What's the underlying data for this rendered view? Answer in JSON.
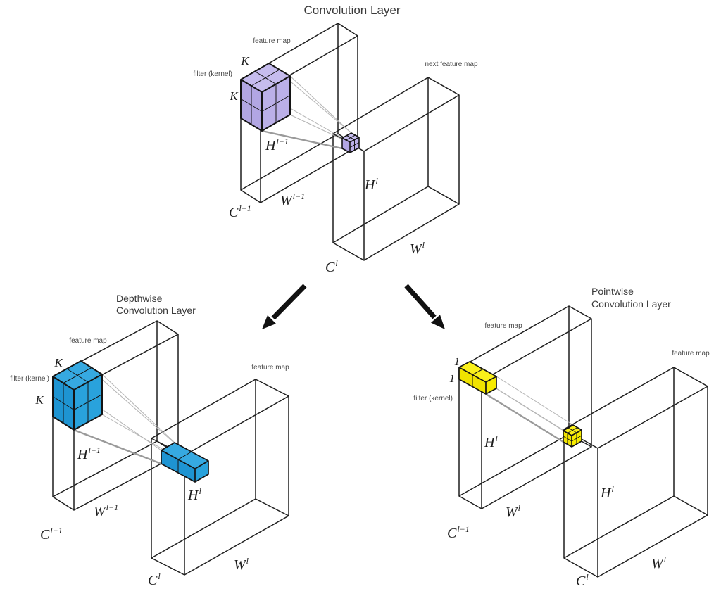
{
  "colors": {
    "purple_top": "#c6bcee",
    "purple_side": "#b2a6e3",
    "purple_front": "#bbb0e8",
    "blue_top": "#36a9e1",
    "blue_side": "#1e94d2",
    "blue_front": "#29a2dc",
    "yellow_top": "#faf01a",
    "yellow_side": "#f0e300",
    "yellow_front": "#f7eb00",
    "arrow": "#111111",
    "wireframe": "#1f1f1f",
    "projection_line": "#b4b4b4",
    "title_text": "#3b3b3b",
    "label_text": "#4a4a4a",
    "math_text": "#1c1c1c"
  },
  "standard": {
    "title": "Convolution Layer",
    "feature_map_in": "feature map",
    "filter_kernel": "filter (kernel)",
    "k_top": "K",
    "k_side": "K",
    "h_in": {
      "b": "H",
      "s": "l−1"
    },
    "w_in": {
      "b": "W",
      "s": "l−1"
    },
    "c_in": {
      "b": "C",
      "s": "l−1"
    },
    "feature_map_out": "next feature map",
    "h_out": {
      "b": "H",
      "s": "l"
    },
    "w_out": {
      "b": "W",
      "s": "l"
    },
    "c_out": {
      "b": "C",
      "s": "l"
    }
  },
  "depthwise": {
    "title_line1": "Depthwise",
    "title_line2": "Convolution Layer",
    "feature_map_in": "feature map",
    "filter_kernel": "filter (kernel)",
    "k_top": "K",
    "k_side": "K",
    "h_in": {
      "b": "H",
      "s": "l−1"
    },
    "w_in": {
      "b": "W",
      "s": "l−1"
    },
    "c_in": {
      "b": "C",
      "s": "l−1"
    },
    "feature_map_out": "feature map",
    "h_out": {
      "b": "H",
      "s": "l"
    },
    "w_out": {
      "b": "W",
      "s": "l"
    },
    "c_out": {
      "b": "C",
      "s": "l"
    }
  },
  "pointwise": {
    "title_line1": "Pointwise",
    "title_line2": "Convolution Layer",
    "feature_map_in": "feature map",
    "filter_kernel": "filter (kernel)",
    "one_top": "1",
    "one_side": "1",
    "h_in": {
      "b": "H",
      "s": "l"
    },
    "w_in": {
      "b": "W",
      "s": "l"
    },
    "c_in": {
      "b": "C",
      "s": "l−1"
    },
    "feature_map_out": "feature map",
    "h_out": {
      "b": "H",
      "s": "l"
    },
    "w_out": {
      "b": "W",
      "s": "l"
    },
    "c_out": {
      "b": "C",
      "s": "l"
    }
  }
}
